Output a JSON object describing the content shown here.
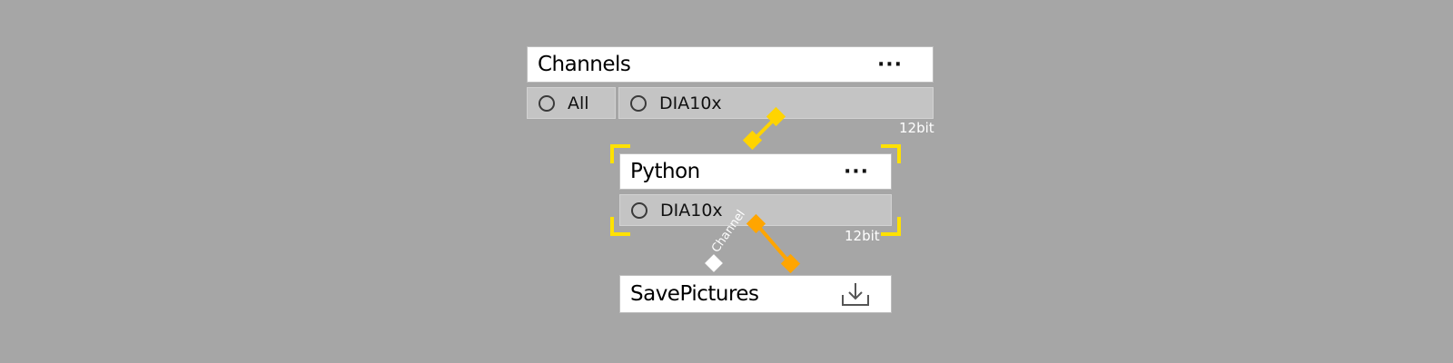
{
  "channels_node": {
    "title": "Channels",
    "menu_label": "···",
    "channels": [
      "All",
      "DIA10x"
    ],
    "bit_depth": "12bit"
  },
  "python_node": {
    "title": "Python",
    "menu_label": "···",
    "channels": [
      "DIA10x"
    ],
    "bit_depth": "12bit",
    "selected": true
  },
  "savepictures_node": {
    "title": "SavePictures",
    "action_icon": "download-icon"
  },
  "connections": {
    "channel_port_label": "Channel"
  },
  "colors": {
    "background": "#a6a6a6",
    "selection_bracket": "#ffe100",
    "link_yellow": "#ffd400",
    "link_orange": "#ffa500",
    "port_white": "#ffffff"
  }
}
